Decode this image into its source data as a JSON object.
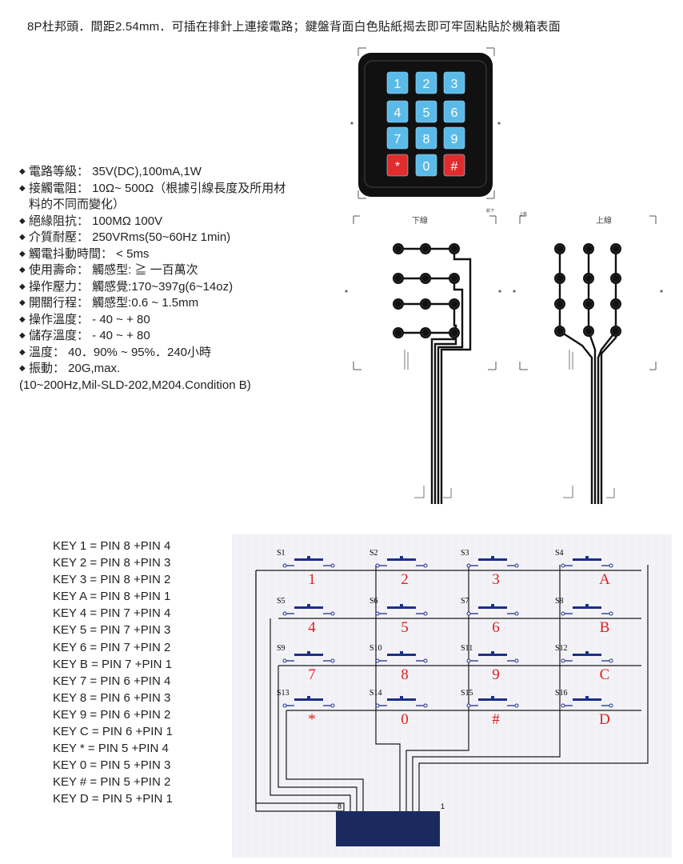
{
  "header": {
    "text": "8P杜邦頭．間距2.54mm．可插在排針上連接電路；鍵盤背面白色貼紙揭去即可牢固粘貼於機箱表面"
  },
  "specs": [
    "電路等級： 35V(DC),100mA,1W",
    "接觸電阻： 10Ω~ 500Ω（根據引線長度及所用材",
    "料的不同而變化）",
    "絕緣阻抗： 100MΩ 100V",
    "介質耐壓： 250VRms(50~60Hz 1min)",
    "觸電抖動時間： < 5ms",
    "使用壽命： 觸感型: ≧ 一百萬次",
    "操作壓力： 觸感覺:170~397g(6~14oz)",
    "開關行程： 觸感型:0.6 ~ 1.5mm",
    "操作溫度： - 40 ~ + 80",
    "儲存溫度： - 40 ~ + 80",
    "溫度： 40．90% ~ 95%．240小時",
    "振動： 20G,max.",
    "(10~200Hz,Mil-SLD-202,M204.Condition B)"
  ],
  "keypad": {
    "keys": [
      "1",
      "2",
      "3",
      "4",
      "5",
      "6",
      "7",
      "8",
      "9",
      "*",
      "0",
      "#"
    ],
    "colors": {
      "body": "#111111",
      "key": "#5bbbe8",
      "accent_key": "#e02c2c"
    }
  },
  "layers": {
    "lower": "下線",
    "upper": "上線",
    "tiny_lower": "颜下",
    "tiny_upper": "上桃"
  },
  "keymap": [
    "KEY 1 = PIN 8 +PIN 4",
    "KEY 2 = PIN 8 +PIN 3",
    "KEY 3 = PIN 8 +PIN 2",
    "KEY A = PIN 8 +PIN 1",
    "KEY 4 = PIN 7 +PIN 4",
    "KEY 5 = PIN 7 +PIN 3",
    "KEY 6 = PIN 7 +PIN 2",
    "KEY B = PIN 7 +PIN 1",
    "KEY 7 = PIN 6 +PIN 4",
    "KEY 8 = PIN 6 +PIN 3",
    "KEY 9 = PIN 6 +PIN 2",
    "KEY C = PIN 6 +PIN 1",
    "KEY * = PIN 5 +PIN 4",
    "KEY 0 = PIN 5 +PIN 3",
    "KEY # = PIN 5 +PIN 2",
    "KEY D = PIN 5 +PIN 1"
  ],
  "schematic": {
    "switches": [
      {
        "name": "S1",
        "char": "1"
      },
      {
        "name": "S2",
        "char": "2"
      },
      {
        "name": "S3",
        "char": "3"
      },
      {
        "name": "S4",
        "char": "A"
      },
      {
        "name": "S5",
        "char": "4"
      },
      {
        "name": "S6",
        "char": "5"
      },
      {
        "name": "S7",
        "char": "6"
      },
      {
        "name": "S8",
        "char": "B"
      },
      {
        "name": "S9",
        "char": "7"
      },
      {
        "name": "S10",
        "char": "8"
      },
      {
        "name": "S11",
        "char": "9"
      },
      {
        "name": "S12",
        "char": "C"
      },
      {
        "name": "S13",
        "char": "*"
      },
      {
        "name": "S14",
        "char": "0"
      },
      {
        "name": "S15",
        "char": "#"
      },
      {
        "name": "S16",
        "char": "D"
      }
    ],
    "pin_left": "8",
    "pin_right": "1",
    "colors": {
      "grid_bg": "#f3f3f7",
      "switch": "#1d2f8a",
      "connector": "#1a2a5e",
      "label": "#e02020"
    }
  }
}
